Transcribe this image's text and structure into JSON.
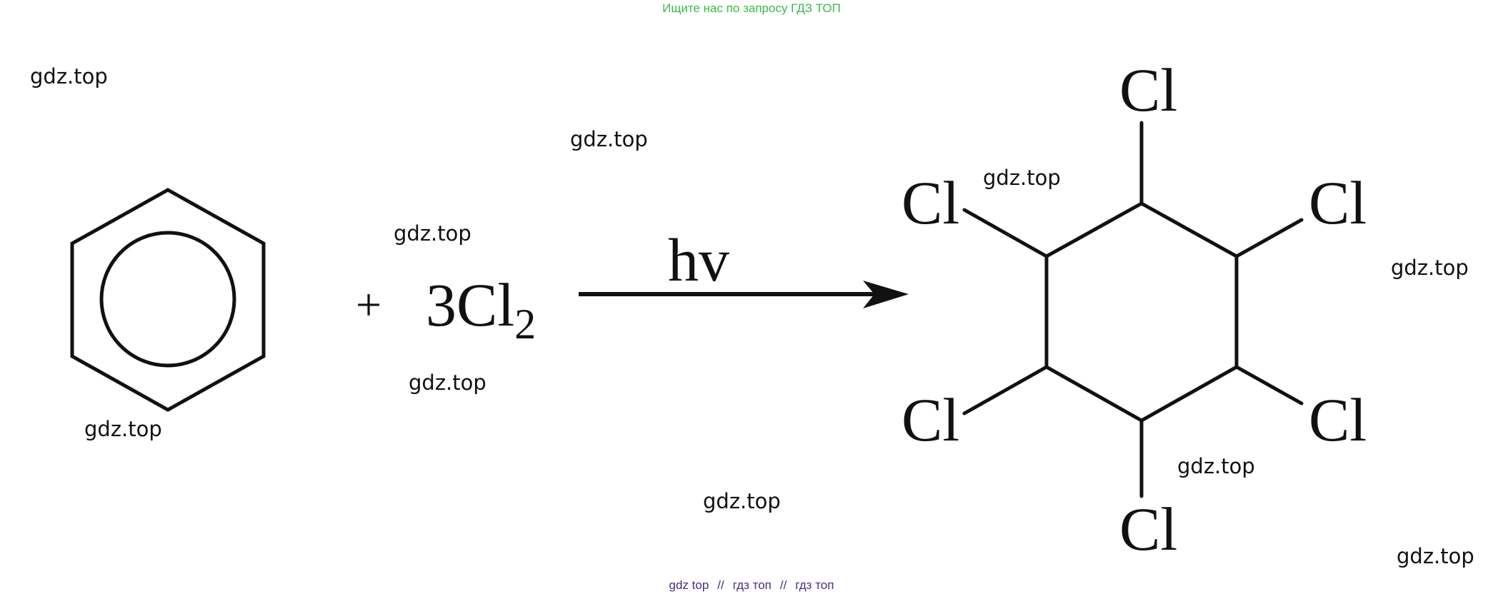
{
  "header": {
    "banner_text": "Ищите нас по запросу ГДЗ ТОП"
  },
  "watermarks": [
    "gdz.top",
    "gdz.top",
    "gdz.top",
    "gdz.top",
    "gdz.top",
    "gdz.top",
    "gdz.top",
    "gdz.top",
    "gdz.top",
    "gdz.top"
  ],
  "reaction": {
    "plus_sign": "+",
    "reagent_coefficient": "3",
    "reagent_symbol": "Cl",
    "reagent_subscript": "2",
    "condition": "hv",
    "product_substituent": "Cl"
  },
  "footer": {
    "links": [
      "gdz top",
      "гдз топ",
      "гдз топ"
    ],
    "separator": "//"
  },
  "colors": {
    "banner": "#3cb94a",
    "footer": "#4b2a8a",
    "ink": "#111111"
  }
}
